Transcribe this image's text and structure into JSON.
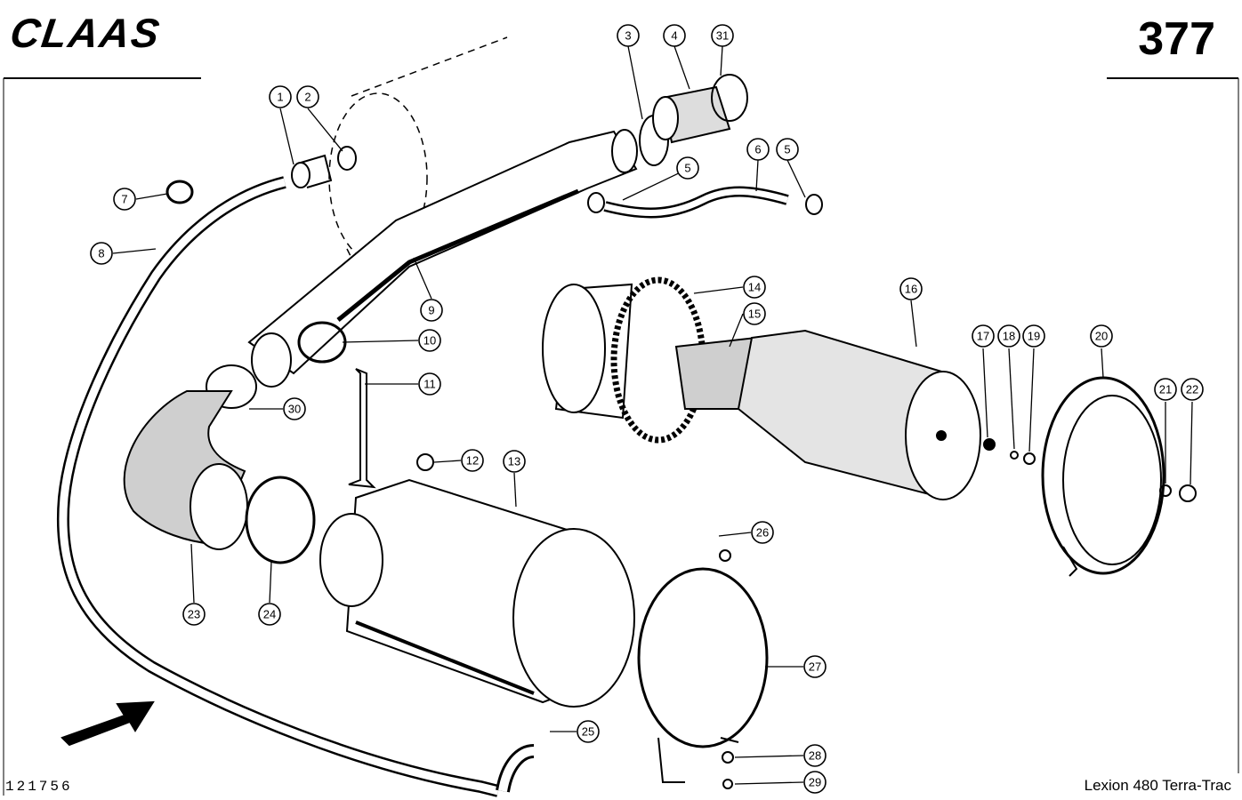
{
  "header": {
    "brand": "CLAAS",
    "page_number": "377"
  },
  "footer": {
    "drawing_number": "121756",
    "model": "Lexion 480 Terra-Trac"
  },
  "callouts": [
    "1",
    "2",
    "3",
    "4",
    "31",
    "5",
    "6",
    "5",
    "7",
    "8",
    "9",
    "10",
    "11",
    "12",
    "13",
    "14",
    "15",
    "16",
    "17",
    "18",
    "19",
    "20",
    "21",
    "22",
    "30",
    "23",
    "24",
    "25",
    "26",
    "27",
    "28",
    "29"
  ]
}
